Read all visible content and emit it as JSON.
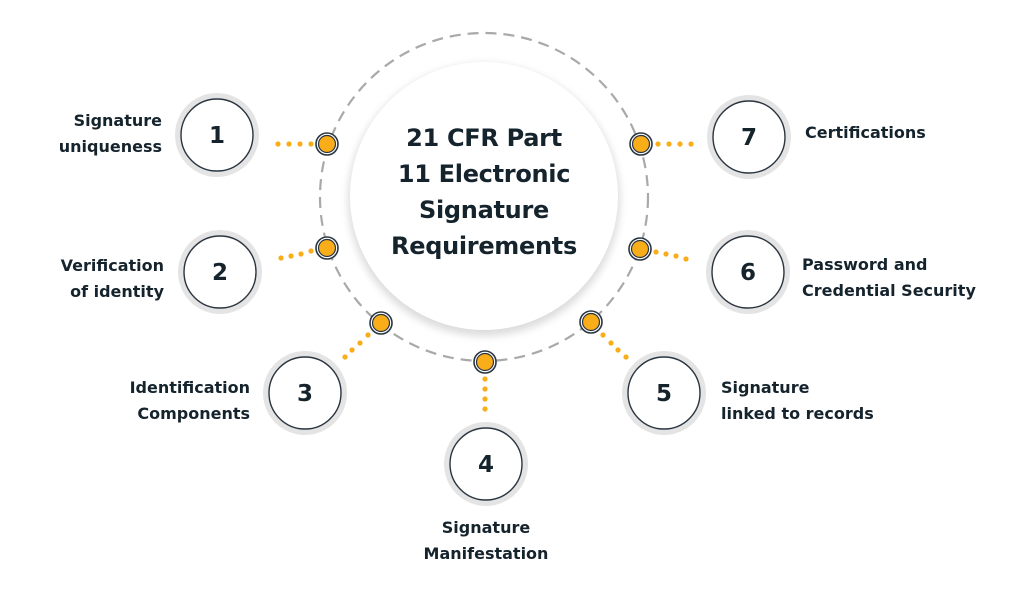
{
  "title": {
    "lines": [
      "21 CFR Part",
      "11 Electronic",
      "Signature",
      "Requirements"
    ]
  },
  "colors": {
    "accent": "#f8ad19",
    "text": "#15232d",
    "dashed_ring": "#a9a9a9",
    "node_ring": "#e4e4e4",
    "node_outline": "#2a3540"
  },
  "items": [
    {
      "number": "1",
      "label": [
        "Signature",
        "uniqueness"
      ]
    },
    {
      "number": "2",
      "label": [
        "Verification",
        "of identity"
      ]
    },
    {
      "number": "3",
      "label": [
        "Identification",
        "Components"
      ]
    },
    {
      "number": "4",
      "label": [
        "Signature",
        "Manifestation"
      ]
    },
    {
      "number": "5",
      "label": [
        "Signature",
        "linked to records"
      ]
    },
    {
      "number": "6",
      "label": [
        "Password and",
        "Credential Security"
      ]
    },
    {
      "number": "7",
      "label": [
        "Certifications"
      ]
    }
  ]
}
